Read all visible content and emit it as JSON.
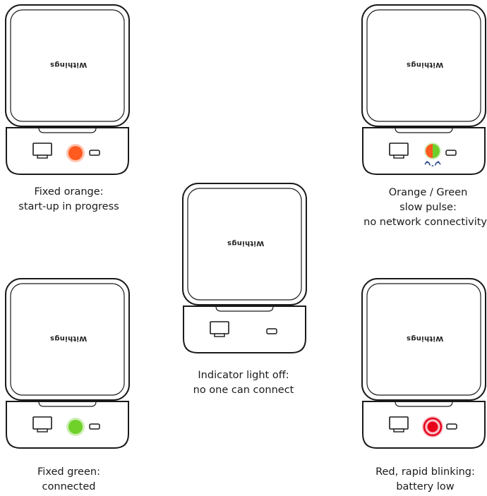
{
  "brand_mark": "Withings",
  "devices": [
    {
      "id": "start-up",
      "led": "orange",
      "led_color": "#ff5a1f",
      "caption": [
        "Fixed orange:",
        "start-up in progress"
      ]
    },
    {
      "id": "no-network",
      "led": "orange-green",
      "led_color": "#ff5a1f",
      "led_color2": "#6fcf2a",
      "caption": [
        "Orange / Green",
        "slow pulse:",
        "no network connectivity"
      ]
    },
    {
      "id": "off",
      "led": "off",
      "caption": [
        "Indicator light off:",
        "no one can connect"
      ]
    },
    {
      "id": "connected",
      "led": "green",
      "led_color": "#6fd12a",
      "caption": [
        "Fixed green:",
        "connected"
      ]
    },
    {
      "id": "battery-low",
      "led": "red",
      "led_color": "#e8001a",
      "caption": [
        "Red, rapid blinking:",
        "battery low"
      ]
    }
  ]
}
